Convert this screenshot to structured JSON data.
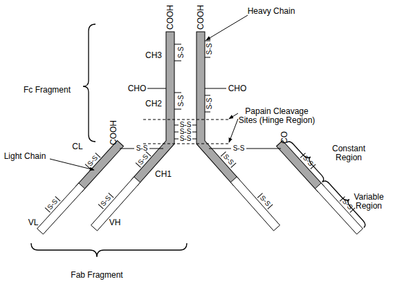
{
  "diagram": {
    "labels": [
      "COOH",
      "COOH",
      "Heavy Chain",
      "S-S",
      "CH3",
      "S-S",
      "Fc Fragment",
      "CHO",
      "CHO",
      "CH2",
      "S-S",
      "S-S",
      "Papain Cleavage Sites (Hinge Region)",
      "S-S",
      "S-S",
      "S-S",
      "COOH",
      "CL",
      "S-S",
      "S-S",
      "CO",
      "Constant Region",
      "Light Chain",
      "S-S",
      "S-S",
      "S-S",
      "S-S",
      "CH1",
      "S-S",
      "S-S",
      "S-S",
      "S-S",
      "Variable Region",
      "VL",
      "VH",
      "Fab Fragment"
    ]
  }
}
